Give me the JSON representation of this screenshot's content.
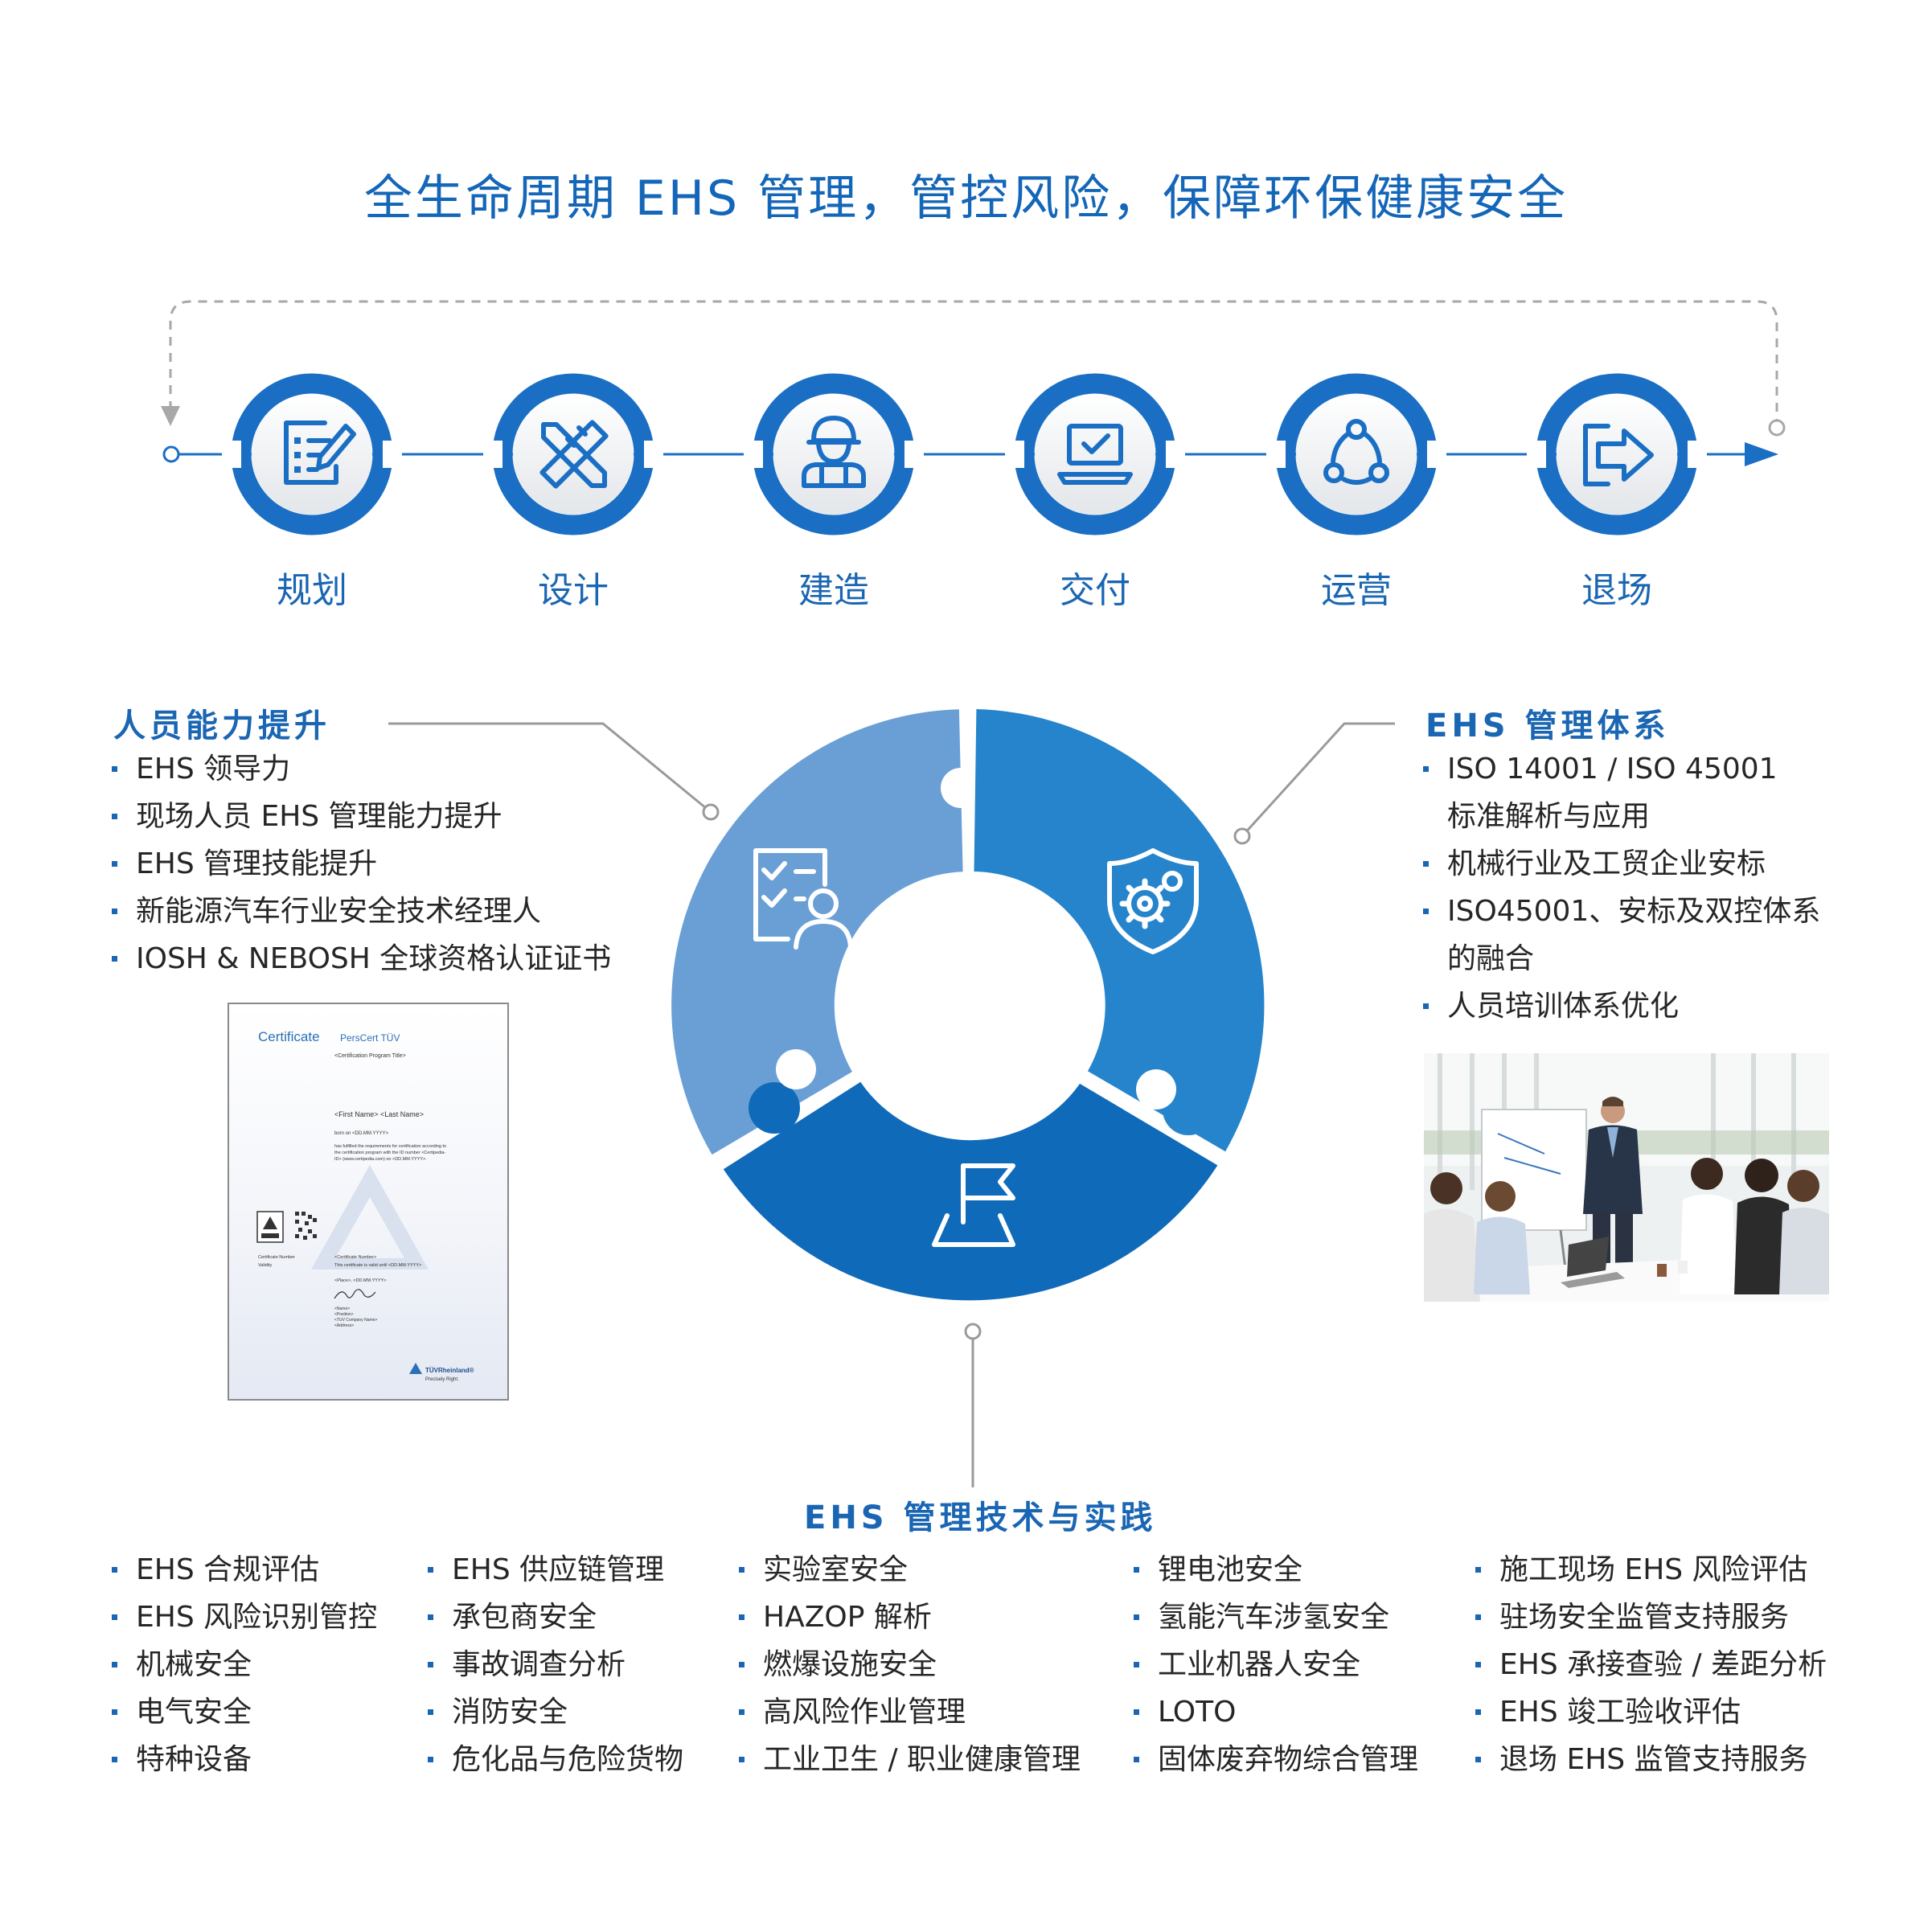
{
  "title": "全生命周期 EHS 管理，管控风险，保障环保健康安全",
  "lifecycle": {
    "stages": [
      {
        "label": "规划",
        "icon": "checklist-pen-icon"
      },
      {
        "label": "设计",
        "icon": "ruler-pencil-icon"
      },
      {
        "label": "建造",
        "icon": "construction-worker-icon"
      },
      {
        "label": "交付",
        "icon": "laptop-check-icon"
      },
      {
        "label": "运营",
        "icon": "cycle-nodes-icon"
      },
      {
        "label": "退场",
        "icon": "exit-arrow-icon"
      }
    ],
    "accent": "#1a6fc4"
  },
  "sections": {
    "people": {
      "heading": "人员能力提升",
      "items": [
        "EHS 领导力",
        "现场人员 EHS 管理能力提升",
        "EHS 管理技能提升",
        "新能源汽车行业安全技术经理人",
        "IOSH & NEBOSH 全球资格认证证书"
      ]
    },
    "system": {
      "heading": "EHS 管理体系",
      "items": [
        {
          "line1": "ISO 14001 / ISO 45001",
          "line2": "标准解析与应用"
        },
        {
          "line1": "机械行业及工贸企业安标",
          "line2": ""
        },
        {
          "line1": "ISO45001、安标及双控体系",
          "line2": "的融合"
        },
        {
          "line1": "人员培训体系优化",
          "line2": ""
        }
      ]
    },
    "tech": {
      "heading": "EHS 管理技术与实践",
      "columns": [
        [
          "EHS 合规评估",
          "EHS 风险识别管控",
          "机械安全",
          "电气安全",
          "特种设备"
        ],
        [
          "EHS 供应链管理",
          "承包商安全",
          "事故调查分析",
          "消防安全",
          "危化品与危险货物"
        ],
        [
          "实验室安全",
          "HAZOP 解析",
          "燃爆设施安全",
          "高风险作业管理",
          "工业卫生 / 职业健康管理"
        ],
        [
          "锂电池安全",
          "氢能汽车涉氢安全",
          "工业机器人安全",
          "LOTO",
          "固体废弃物综合管理"
        ],
        [
          "施工现场 EHS 风险评估",
          "驻场安全监管支持服务",
          "EHS 承接查验 / 差距分析",
          "EHS 竣工验收评估",
          "退场 EHS 监管支持服务"
        ]
      ]
    }
  },
  "puzzle": {
    "colors": {
      "people": "#6a9fd6",
      "system": "#2584cc",
      "tech": "#0f6ab9"
    },
    "icons": {
      "people": "checklist-person-icon",
      "system": "shield-gear-icon",
      "tech": "flag-icon"
    }
  },
  "certificate": {
    "title": "Certificate",
    "subtitle": "PersCert TÜV",
    "program": "<Certification Program Title>",
    "name": "<First Name> <Last Name>",
    "born": "born on <DD.MM.YYYY>",
    "body1": "has fulfilled the requirements for certification according to",
    "body2": "the certification program with the ID number <Certipedia-",
    "body3": "ID> (www.certipedia.com) on <DD.MM.YYYY>.",
    "cert_number_label": "Certificate Number",
    "cert_number_value": "<Certificate Number>",
    "validity_label": "Validity",
    "validity_value": "This certificate is valid until <DD.MM.YYYY>",
    "place": "<Place>, <DD.MM.YYYY>",
    "sig1": "<Name>",
    "sig2": "<Position>",
    "sig3": "<TUV Company Name>",
    "sig4": "<Address>",
    "brand": "TÜVRheinland®",
    "tagline": "Precisely Right."
  }
}
